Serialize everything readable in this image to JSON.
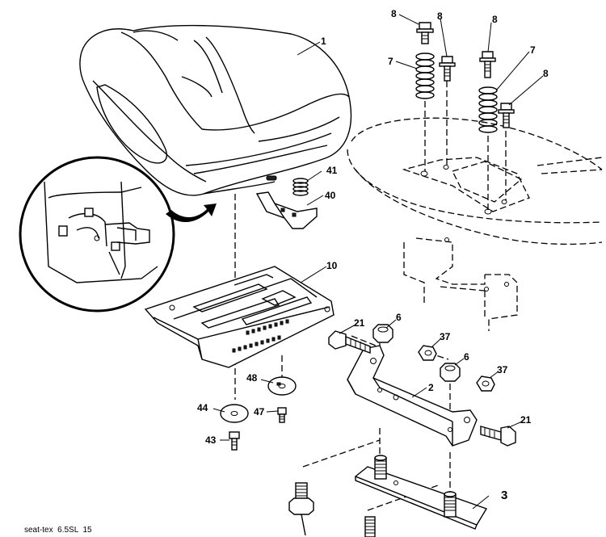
{
  "callouts": {
    "seat": "1",
    "seat_bracket": "2",
    "mount_plate": "3",
    "nut_6a": "6",
    "nut_6b": "6",
    "spring_7a": "7",
    "spring_7b": "7",
    "bolt_8a": "8",
    "bolt_8b": "8",
    "bolt_8c": "8",
    "bolt_8d": "8",
    "seat_pan": "10",
    "bolt_21a": "21",
    "bolt_21b": "21",
    "nut_37a": "37",
    "nut_37b": "37",
    "screw_40": "40",
    "spring_41": "41",
    "screw_43": "43",
    "washer_44": "44",
    "screw_47": "47",
    "washer_48": "48"
  },
  "footer": "seat-tex  6.5SL  15"
}
